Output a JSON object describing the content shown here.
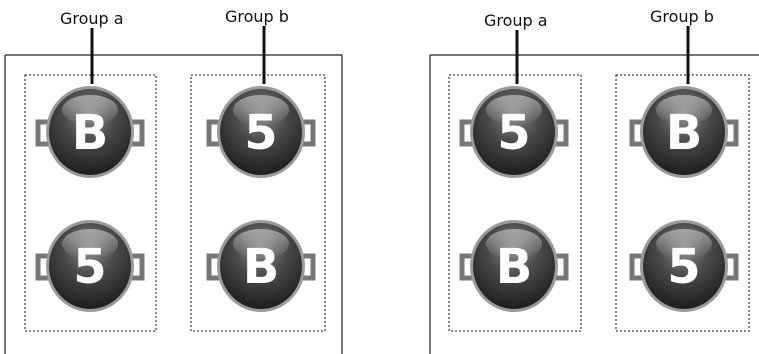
{
  "panels": [
    {
      "labels": [
        "Group a",
        "Group b"
      ],
      "groups": [
        {
          "buttons": [
            "B",
            "5"
          ]
        },
        {
          "buttons": [
            "5",
            "B"
          ]
        }
      ]
    },
    {
      "labels": [
        "Group a",
        "Group b"
      ],
      "groups": [
        {
          "buttons": [
            "5",
            "B"
          ]
        },
        {
          "buttons": [
            "B",
            "5"
          ]
        }
      ]
    }
  ],
  "colors": {
    "button_dark": "#2b2b2b",
    "button_light": "#8a8a8a",
    "button_rim": "#9a9a9a",
    "handle": "#777777",
    "frame": "#222222"
  }
}
